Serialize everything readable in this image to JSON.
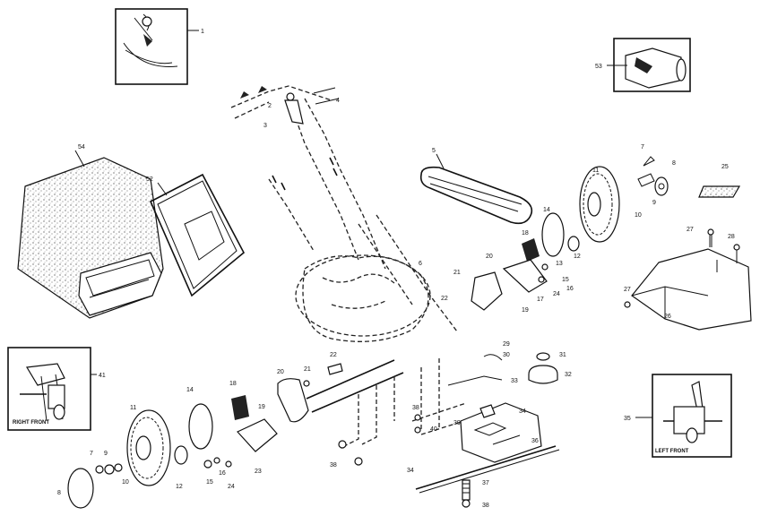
{
  "callouts": {
    "c1": "1",
    "c2": "2",
    "c3": "3",
    "c4": "4",
    "c5": "5",
    "c6": "6",
    "c7": "7",
    "c8": "8",
    "c9": "9",
    "c10": "10",
    "c11": "11",
    "c12": "12",
    "c13": "13",
    "c14": "14",
    "c15": "15",
    "c16": "16",
    "c17": "17",
    "c18": "18",
    "c19": "19",
    "c20": "20",
    "c21": "21",
    "c22": "22",
    "c23": "23",
    "c24": "24",
    "c25": "25",
    "c26": "26",
    "c27": "27",
    "c28": "28",
    "c29": "29",
    "c30": "30",
    "c31": "31",
    "c32": "32",
    "c33": "33",
    "c34": "34",
    "c35": "35",
    "c36": "36",
    "c37": "37",
    "c38": "38",
    "c39": "39",
    "c40": "40",
    "c41": "41",
    "c52": "52",
    "c53": "53",
    "c54": "54"
  },
  "insets": {
    "right_front": "RIGHT FRONT",
    "left_front": "LEFT FRONT"
  }
}
